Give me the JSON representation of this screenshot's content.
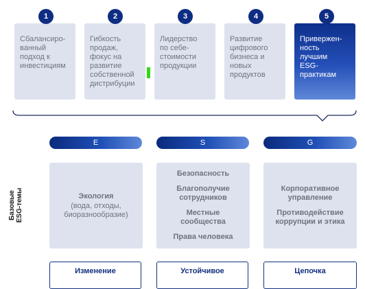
{
  "priorities": [
    {
      "number": "1",
      "text": "Сбалансиро-\nванный\nподход к\nинвестициям"
    },
    {
      "number": "2",
      "text": "Гибкость\nпродаж,\nфокус на\nразвитие\nсобственной\nдистрибуции"
    },
    {
      "number": "3",
      "text": "Лидерство\nпо себе-\nстоимости\nпродукции"
    },
    {
      "number": "4",
      "text": "Развитие\nцифрового\nбизнеса и\nновых\nпродуктов"
    },
    {
      "number": "5",
      "text": "Привержен-\nность\nлучшим\nESG-\nпрактикам"
    }
  ],
  "pillars": [
    {
      "label": "E"
    },
    {
      "label": "S"
    },
    {
      "label": "G"
    }
  ],
  "side_label": "Базовые\nESG-темы",
  "topics": {
    "e": {
      "title": "Экология",
      "detail": "(вода, отходы,\nбиоразнообразие)"
    },
    "s": [
      "Безопасность",
      "Благополучие\nсотрудников",
      "Местные\nсообщества",
      "Права человека"
    ],
    "g": [
      "Корпоративное\nуправление",
      "Противодействие\nкоррупции и этика"
    ]
  },
  "bottom": [
    "Изменение",
    "Устойчивое",
    "Цепочка"
  ],
  "colors": {
    "accent": "#0f2d83",
    "card_bg": "#dde2ee",
    "marker": "#34d81a"
  }
}
